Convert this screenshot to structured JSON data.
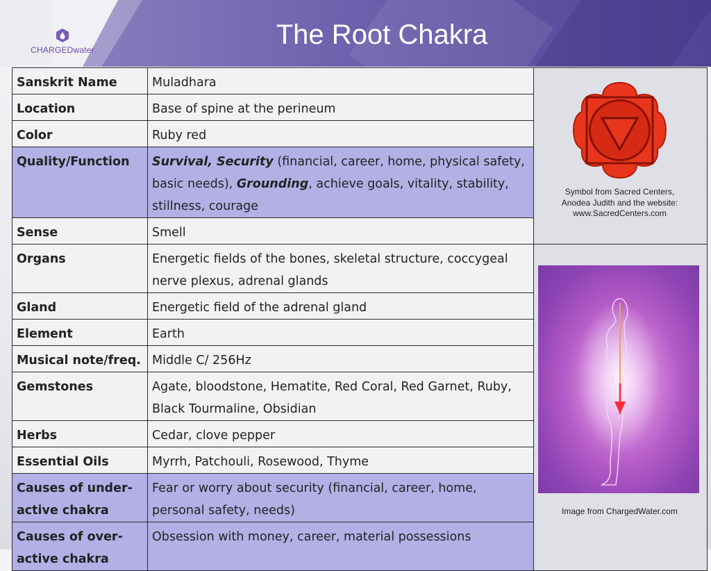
{
  "header": {
    "title": "The Root Chakra",
    "logo_text_main": "CHARGED",
    "logo_text_accent": "water"
  },
  "rows": [
    {
      "label": "Sanskrit Name",
      "value": [
        {
          "t": "Muladhara"
        }
      ]
    },
    {
      "label": "Location",
      "value": [
        {
          "t": "Base of spine at the perineum"
        }
      ]
    },
    {
      "label": "Color",
      "value": [
        {
          "t": "Ruby red"
        }
      ]
    },
    {
      "label": "Quality/Function",
      "value": [
        {
          "t": "Survival, Security",
          "em": true
        },
        {
          "t": " (financial, career, home, physical safety, basic needs), "
        },
        {
          "t": "Grounding",
          "em": true
        },
        {
          "t": ",  achieve goals, vitality, stability, stillness, courage"
        }
      ]
    },
    {
      "label": "Sense",
      "value": [
        {
          "t": "Smell"
        }
      ]
    },
    {
      "label": "Organs",
      "value": [
        {
          "t": "Energetic fields of the bones, skeletal structure, coccygeal nerve plexus, adrenal glands"
        }
      ]
    },
    {
      "label": "Gland",
      "value": [
        {
          "t": "Energetic field of the adrenal gland"
        }
      ]
    },
    {
      "label": "Element",
      "value": [
        {
          "t": "Earth"
        }
      ]
    },
    {
      "label": "Musical note/freq.",
      "value": [
        {
          "t": "Middle C/ 256Hz"
        }
      ]
    },
    {
      "label": "Gemstones",
      "value": [
        {
          "t": "Agate, bloodstone, Hematite, Red Coral, Red Garnet, Ruby, Black Tourmaline, Obsidian"
        }
      ]
    },
    {
      "label": "Herbs",
      "value": [
        {
          "t": "Cedar, clove pepper"
        }
      ]
    },
    {
      "label": "Essential Oils",
      "value": [
        {
          "t": "Myrrh, Patchouli, Rosewood, Thyme"
        }
      ]
    },
    {
      "label": "Causes of under-active chakra",
      "value": [
        {
          "t": "Fear or worry about security (financial, career, home, personal safety, needs)"
        }
      ]
    },
    {
      "label": "Causes of over-active chakra",
      "value": [
        {
          "t": "Obsession with money, career, material possessions"
        }
      ]
    }
  ],
  "symbol_caption": {
    "line1": "Symbol from Sacred Centers,",
    "line2": "Anodea Judith and the website:",
    "line3": "www.SacredCenters.com"
  },
  "image_caption": "Image from ChargedWater.com",
  "colors": {
    "header_gradient_start": "#8f86c0",
    "header_gradient_end": "#4f4495",
    "highlight_row": "#b3b0e6",
    "chakra_red": "#e8361d",
    "logo_purple": "#6a4aa5"
  }
}
